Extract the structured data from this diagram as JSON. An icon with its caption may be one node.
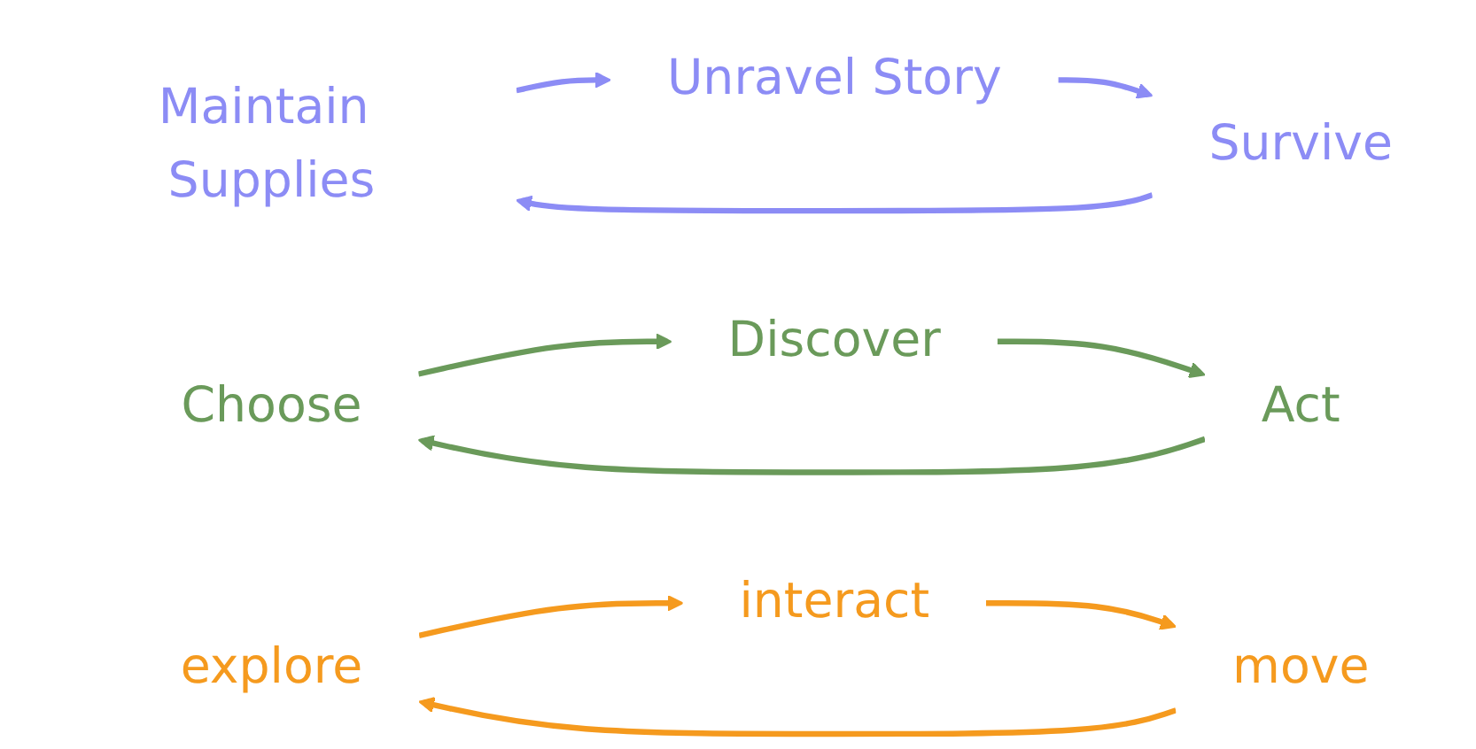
{
  "diagram": {
    "nodes": [
      {
        "text": [
          "Maintain Supplies"
        ]
      },
      {
        "text": [
          "Unravel Story"
        ]
      },
      {
        "text": [
          "Survive"
        ]
      },
      {
        "text": [
          "Choose"
        ]
      },
      {
        "text": [
          "Discover"
        ]
      },
      {
        "text": [
          "Act"
        ]
      },
      {
        "text": [
          "explore"
        ]
      },
      {
        "text": [
          "interact"
        ]
      },
      {
        "text": [
          "move"
        ]
      }
    ],
    "edges": [
      {
        "from": 2,
        "to": 0,
        "arrow": "to",
        "color": "#8c8cf5"
      },
      {
        "from": 0,
        "to": 1,
        "arrow": "to",
        "color": "#8c8cf5"
      },
      {
        "from": 1,
        "to": 2,
        "arrow": "to",
        "color": "#8c8cf5"
      },
      {
        "from": 5,
        "to": 3,
        "arrow": "to",
        "color": "#6a9a5a"
      },
      {
        "from": 3,
        "to": 4,
        "arrow": "to",
        "color": "#6a9a5a"
      },
      {
        "from": 4,
        "to": 5,
        "arrow": "to",
        "color": "#6a9a5a"
      },
      {
        "from": 8,
        "to": 6,
        "arrow": "to",
        "color": "#f59a1e"
      },
      {
        "from": 6,
        "to": 7,
        "arrow": "to",
        "color": "#f59a1e"
      },
      {
        "from": 7,
        "to": 8,
        "arrow": "to",
        "color": "#f59a1e"
      }
    ]
  }
}
